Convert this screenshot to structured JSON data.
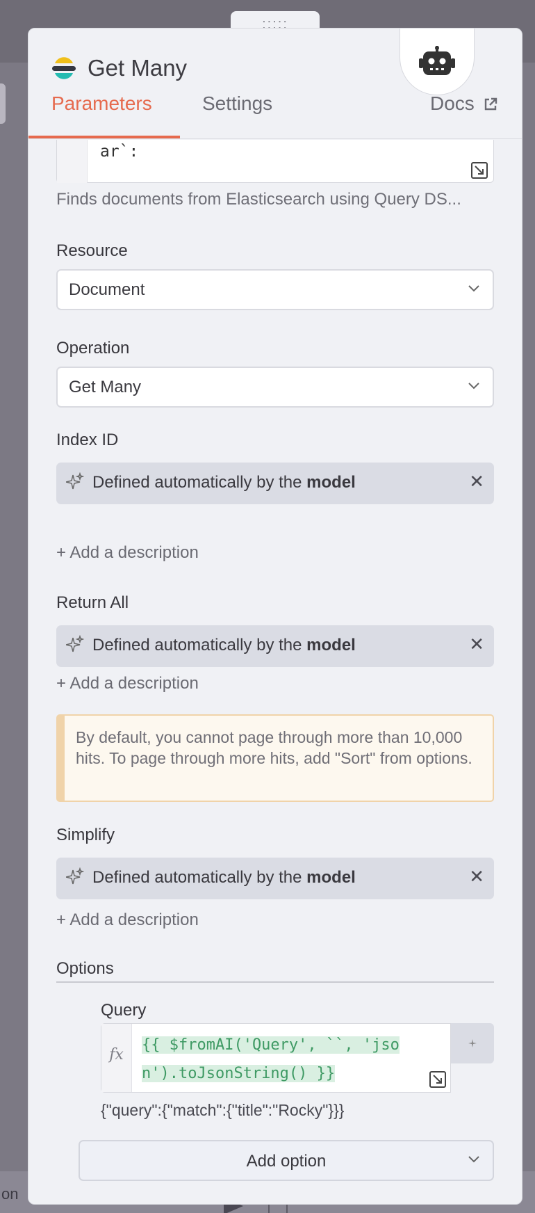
{
  "node": {
    "title": "Get Many",
    "tabs": {
      "parameters": "Parameters",
      "settings": "Settings",
      "docs": "Docs"
    }
  },
  "tool_description": {
    "code_tail": "ar`:",
    "summary": "Finds documents from Elasticsearch using Query DS..."
  },
  "fields": {
    "resource": {
      "label": "Resource",
      "value": "Document"
    },
    "operation": {
      "label": "Operation",
      "value": "Get Many"
    },
    "index_id": {
      "label": "Index ID",
      "auto_text": "Defined automatically by the",
      "auto_bold": "model",
      "add_desc": "+ Add a description"
    },
    "return_all": {
      "label": "Return All",
      "auto_text": "Defined automatically by the",
      "auto_bold": "model",
      "add_desc": "+ Add a description"
    },
    "notice": "By default, you cannot page through more than 10,000 hits. To page through more hits, add \"Sort\" from options.",
    "simplify": {
      "label": "Simplify",
      "auto_text": "Defined automatically by the",
      "auto_bold": "model",
      "add_desc": "+ Add a description"
    }
  },
  "options": {
    "title": "Options",
    "query": {
      "label": "Query",
      "fx": "fx",
      "expression_line1": "{{ $fromAI('Query', ``, 'jso",
      "expression_line2": "n').toJsonString() }}",
      "result": "{\"query\":{\"match\":{\"title\":\"Rocky\"}}}"
    },
    "add_option": "Add option"
  },
  "background": {
    "bottom_text": "on"
  }
}
